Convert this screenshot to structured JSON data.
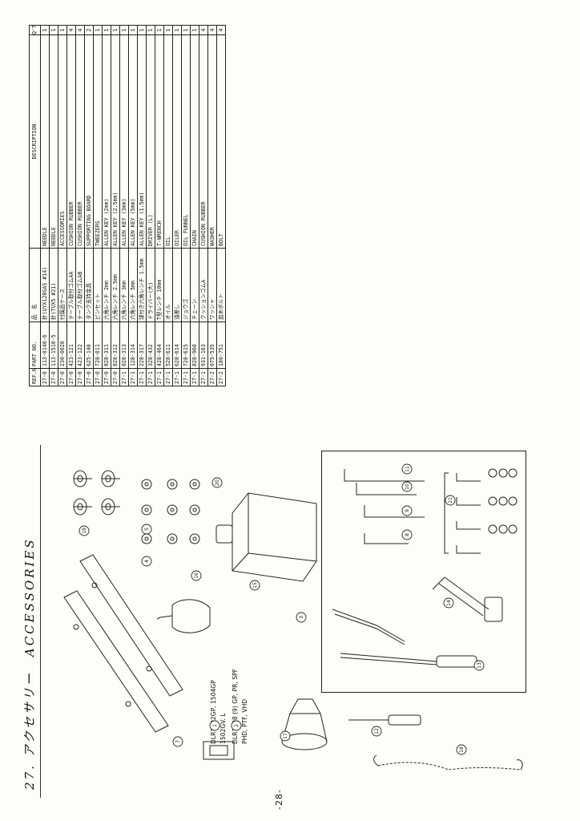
{
  "section": {
    "title": "27. アクセサリー　ACCESSORIES"
  },
  "page_number": "-28-",
  "table": {
    "headers": {
      "ref": "REF.NO.",
      "part": "PART NO.",
      "name": "品　名",
      "desc": "DESCRIPTION",
      "qty": "Q'TY"
    },
    "rows": [
      {
        "ref": "27-0",
        "part": "113-0140-6",
        "name": "針(UYX128GAS #14)",
        "desc": "NEEDLE",
        "qty": "1"
      },
      {
        "ref": "27-0",
        "part": "113-1510-5",
        "name": "針(TVX5 #21)",
        "desc": "NEEDLE",
        "qty": "1"
      },
      {
        "ref": "27-0",
        "part": "230-0020",
        "name": "付属品ケース",
        "desc": "ACCESSORIES",
        "qty": "1"
      },
      {
        "ref": "27-0",
        "part": "423-121",
        "name": "テーブル取付ゴムAA",
        "desc": "CUSHION RUBBER",
        "qty": "4"
      },
      {
        "ref": "27-0",
        "part": "423-122",
        "name": "テーブル取付ゴムAB",
        "desc": "CUSHION RUBBER",
        "qty": "4"
      },
      {
        "ref": "27-0",
        "part": "625-140",
        "name": "タンク支持金具",
        "desc": "SUPPORTING BOARD",
        "qty": "2"
      },
      {
        "ref": "27-0",
        "part": "728-011",
        "name": "ピンセット",
        "desc": "TWEEZERS",
        "qty": "1"
      },
      {
        "ref": "27-0",
        "part": "828-311",
        "name": "六角レンチ 2mm",
        "desc": "ALLEN KEY (2mm)",
        "qty": "1"
      },
      {
        "ref": "27-0",
        "part": "828-312",
        "name": "六角レンチ 2.5mm",
        "desc": "ALLEN KEY (2.5mm)",
        "qty": "1"
      },
      {
        "ref": "27-1",
        "part": "028-313",
        "name": "六角レンチ 3mm",
        "desc": "ALLEN KEY (3mm)",
        "qty": "1"
      },
      {
        "ref": "27-1",
        "part": "128-314",
        "name": "六角レンチ 5mm",
        "desc": "ALLEN KEY (5mm)",
        "qty": "1"
      },
      {
        "ref": "27-1",
        "part": "228-317",
        "name": "球付き六角レンチ 1.5mm",
        "desc": "ALLEN KEY (1.5mm)",
        "qty": "1"
      },
      {
        "ref": "27-1",
        "part": "328-432",
        "name": "ドライバー(大)",
        "desc": "DRIVER (L)",
        "qty": "1"
      },
      {
        "ref": "27-1",
        "part": "428-464",
        "name": "T型レンチ 10mm",
        "desc": "T-WRENCH",
        "qty": "1"
      },
      {
        "ref": "27-1",
        "part": "528-611",
        "name": "オイル",
        "desc": "OIL",
        "qty": "1"
      },
      {
        "ref": "27-1",
        "part": "628-614",
        "name": "油差し",
        "desc": "OILER",
        "qty": "1"
      },
      {
        "ref": "27-1",
        "part": "728-615",
        "name": "ジョウゴ",
        "desc": "OIL FUNNEL",
        "qty": "1"
      },
      {
        "ref": "27-1",
        "part": "828-960",
        "name": "チェーン",
        "desc": "CHAIN",
        "qty": "1"
      },
      {
        "ref": "27-1",
        "part": "931-163",
        "name": "クッションゴムA",
        "desc": "CUSHION RUBBER",
        "qty": "4"
      },
      {
        "ref": "27-2",
        "part": "075-535",
        "name": "ワッシャ",
        "desc": "WASHER",
        "qty": "4"
      },
      {
        "ref": "27-2",
        "part": "180-751",
        "name": "皿木ボルト",
        "desc": "BOLT",
        "qty": "4"
      }
    ]
  },
  "notes": [
    {
      "num": "1",
      "lines": [
        "DLR1502GP, 1504GP",
        "1502GV. L"
      ]
    },
    {
      "num": "2",
      "lines": [
        "DLR1508 (9) GP, PR, SPF",
        "PHD, PTF, VHD"
      ]
    }
  ],
  "callouts": [
    "1",
    "2",
    "3",
    "4",
    "5",
    "7",
    "8",
    "9",
    "10",
    "11",
    "12",
    "13",
    "14",
    "15",
    "16",
    "17",
    "18",
    "19",
    "20",
    "21"
  ],
  "colors": {
    "ink": "#111111",
    "paper": "#fdfdfb"
  }
}
